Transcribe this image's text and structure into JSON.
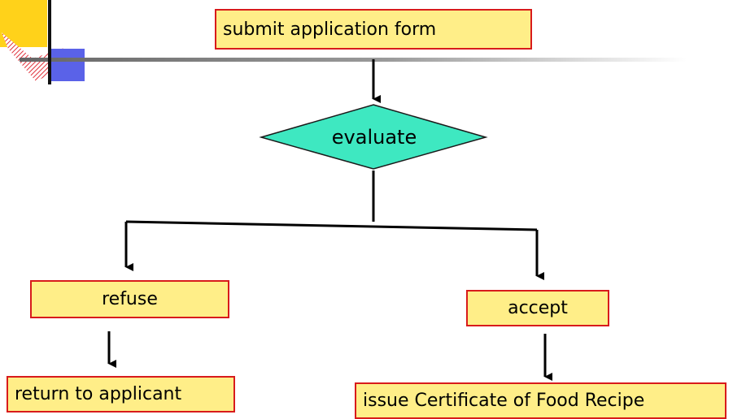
{
  "flowchart": {
    "submit": "submit application form",
    "evaluate": "evaluate",
    "refuse": "refuse",
    "return": "return to applicant",
    "accept": "accept",
    "issue": "issue Certificate of Food Recipe"
  },
  "colors": {
    "box_fill": "#ffee88",
    "box_border": "#d81b1b",
    "diamond_fill": "#3ee8c1",
    "line": "#000000"
  }
}
